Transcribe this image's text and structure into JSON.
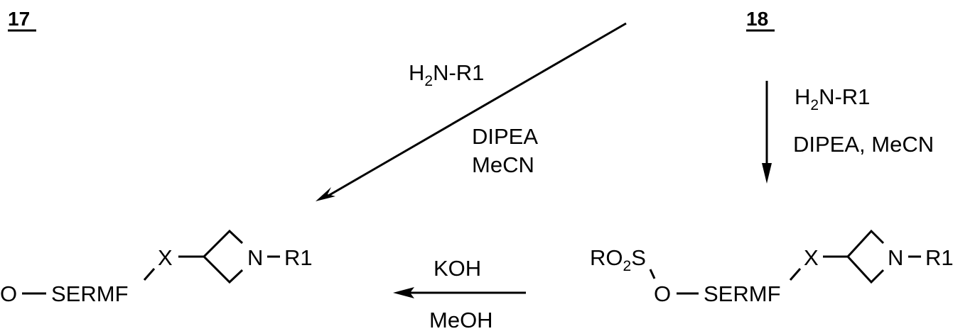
{
  "compounds": {
    "c17": {
      "label": "17"
    },
    "c18": {
      "label": "18"
    }
  },
  "reactions": {
    "diagonal": {
      "reagent1_prefix": "H",
      "reagent1_sub": "2",
      "reagent1_suffix": "N-R1",
      "reagent2": "DIPEA",
      "reagent3": "MeCN"
    },
    "vertical": {
      "reagent1_prefix": "H",
      "reagent1_sub": "2",
      "reagent1_suffix": "N-R1",
      "reagent2": "DIPEA, MeCN"
    },
    "horizontal": {
      "reagent_above": "KOH",
      "reagent_below": "MeOH"
    }
  },
  "product_left": {
    "o": "O",
    "core": "SERMF",
    "linker": "X",
    "nitrogen": "N",
    "substituent": "R1"
  },
  "product_right": {
    "sulfonyl_prefix": "RO",
    "sulfonyl_sub": "2",
    "sulfonyl_suffix": "S",
    "o": "O",
    "core": "SERMF",
    "linker": "X",
    "nitrogen": "N",
    "substituent": "R1"
  },
  "colors": {
    "ink": "#000000",
    "background": "#ffffff"
  }
}
